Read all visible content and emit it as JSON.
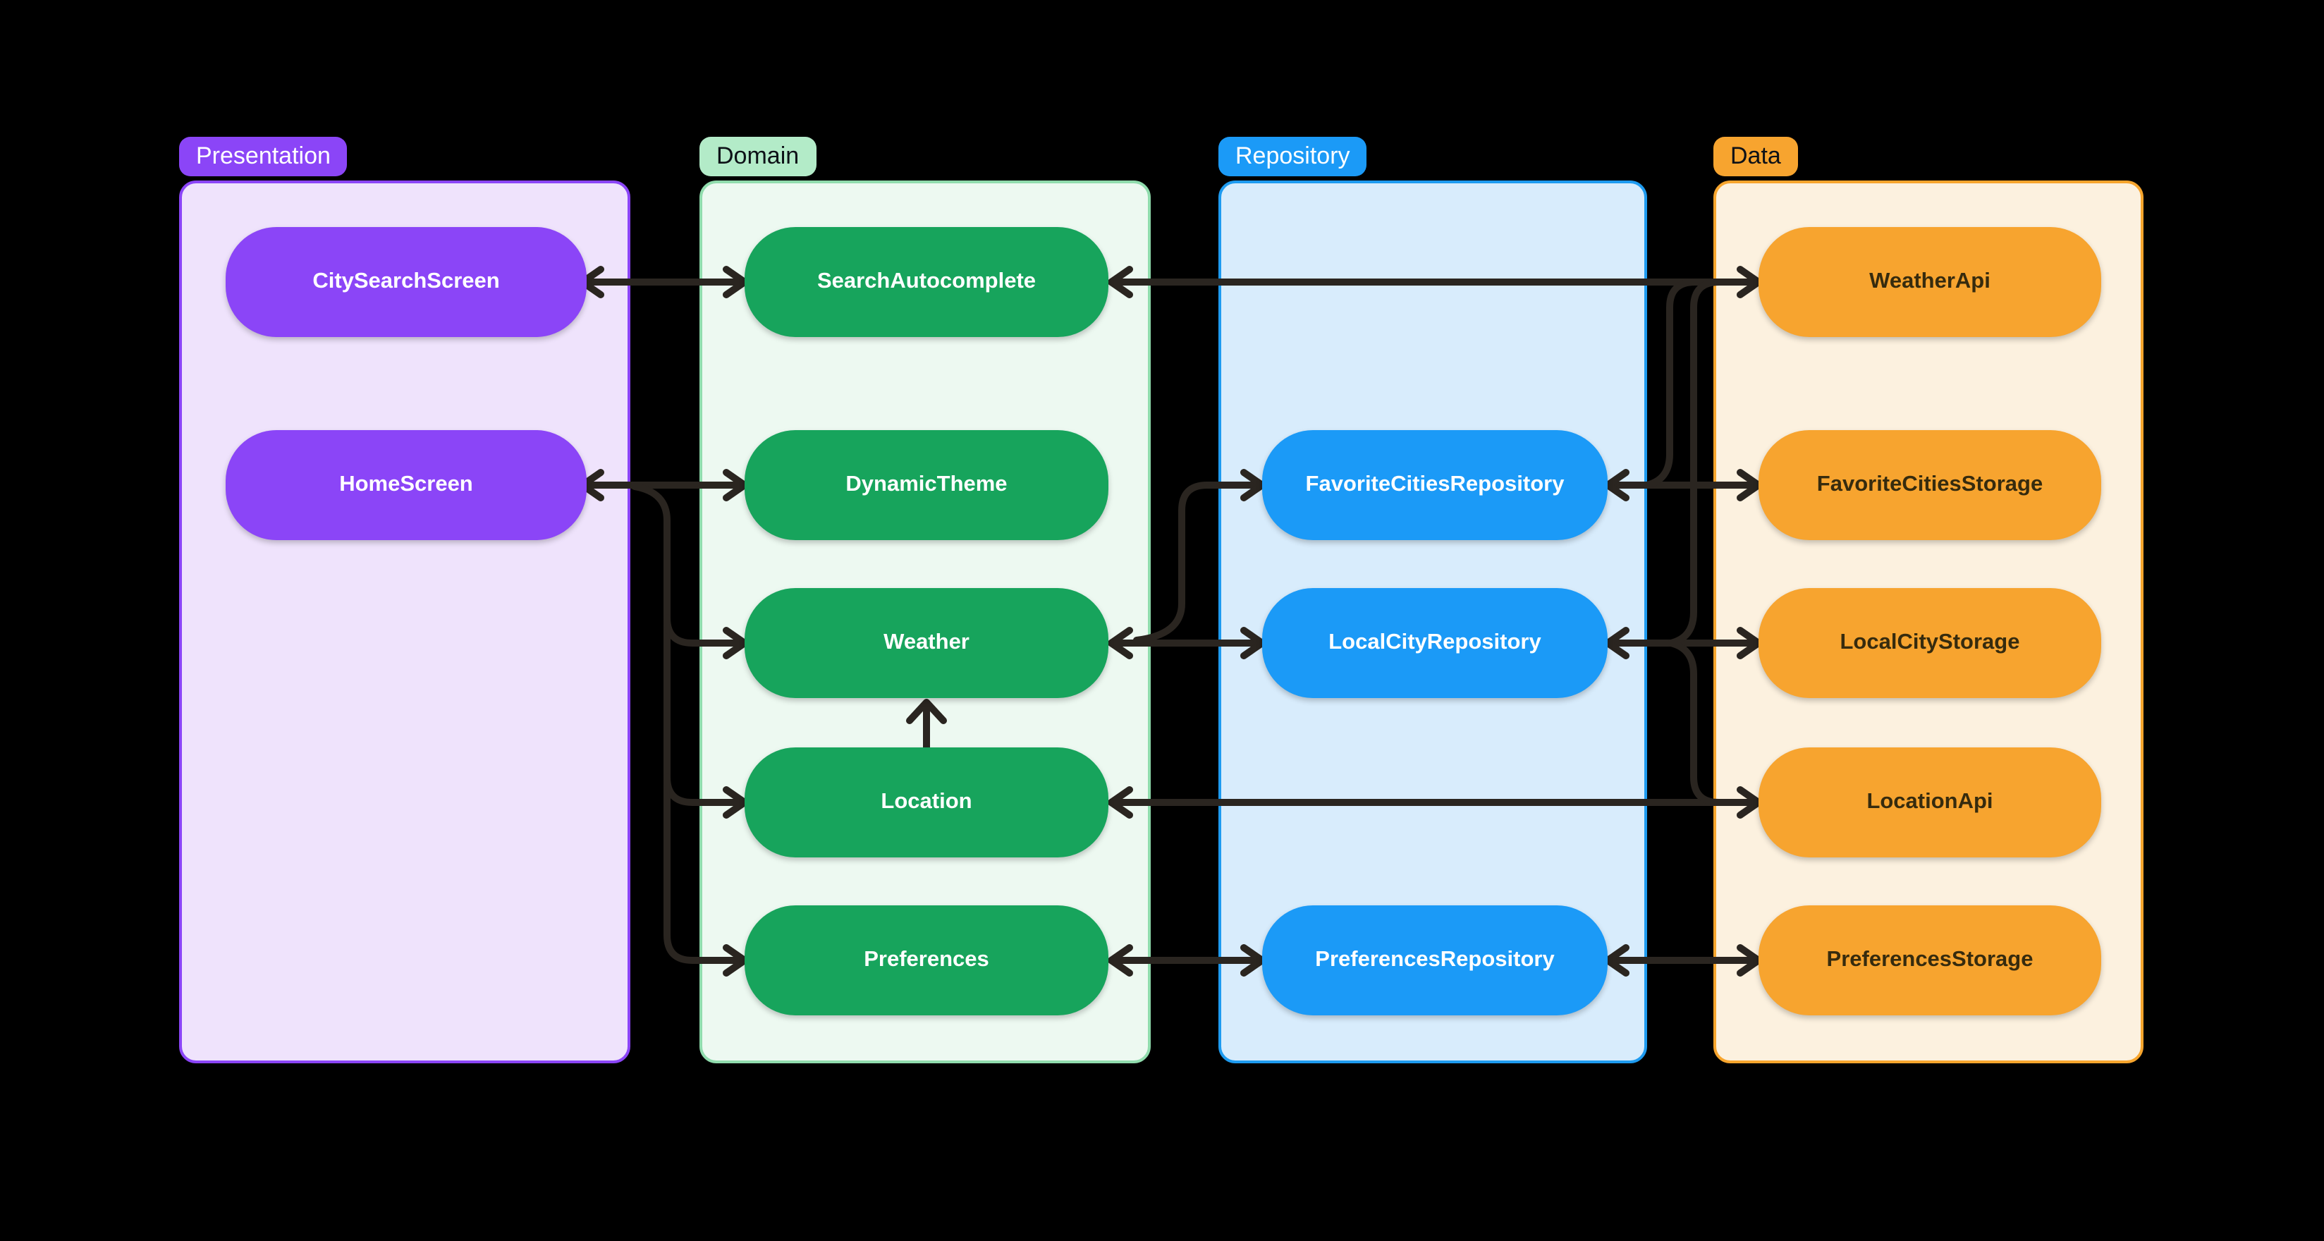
{
  "layers": [
    {
      "id": "presentation",
      "label": "Presentation",
      "badge_bg": "#8B45F7",
      "badge_text_color": "#FFFFFF",
      "container_bg": "#EFE3FC",
      "container_border": "#8B45F7",
      "node_bg": "#8B45F7",
      "node_text_color": "#FFFFFF",
      "nodes": [
        {
          "label": "CitySearchScreen"
        },
        {
          "label": "HomeScreen"
        }
      ]
    },
    {
      "id": "domain",
      "label": "Domain",
      "badge_bg": "#B3EBC8",
      "badge_text_color": "#0D1117",
      "container_bg": "#EDF9F1",
      "container_border": "#90DCAD",
      "node_bg": "#17A45C",
      "node_text_color": "#FFFFFF",
      "nodes": [
        {
          "label": "SearchAutocomplete"
        },
        {
          "label": "DynamicTheme"
        },
        {
          "label": "Weather"
        },
        {
          "label": "Location"
        },
        {
          "label": "Preferences"
        }
      ]
    },
    {
      "id": "repository",
      "label": "Repository",
      "badge_bg": "#1B9AF7",
      "badge_text_color": "#FFFFFF",
      "container_bg": "#D8ECFC",
      "container_border": "#1E9BF0",
      "node_bg": "#1B9AF7",
      "node_text_color": "#FFFFFF",
      "nodes": [
        {
          "label": "FavoriteCitiesRepository"
        },
        {
          "label": "LocalCityRepository"
        },
        {
          "label": "PreferencesRepository"
        }
      ]
    },
    {
      "id": "data",
      "label": "Data",
      "badge_bg": "#F7A42F",
      "badge_text_color": "#0D1117",
      "container_bg": "#FCF1DF",
      "container_border": "#F7A52D",
      "node_bg": "#F7A42F",
      "node_text_color": "#362B0E",
      "nodes": [
        {
          "label": "WeatherApi"
        },
        {
          "label": "FavoriteCitiesStorage"
        },
        {
          "label": "LocalCityStorage"
        },
        {
          "label": "LocationApi"
        },
        {
          "label": "PreferencesStorage"
        }
      ]
    }
  ],
  "edges": [
    {
      "from": "CitySearchScreen",
      "to": "SearchAutocomplete",
      "direction": "both"
    },
    {
      "from": "SearchAutocomplete",
      "to": "WeatherApi",
      "direction": "both"
    },
    {
      "from": "HomeScreen",
      "to": "DynamicTheme",
      "direction": "both"
    },
    {
      "from": "HomeScreen",
      "to": "Weather",
      "direction": "to"
    },
    {
      "from": "HomeScreen",
      "to": "Location",
      "direction": "to"
    },
    {
      "from": "HomeScreen",
      "to": "Preferences",
      "direction": "to"
    },
    {
      "from": "Weather",
      "to": "FavoriteCitiesRepository",
      "direction": "to"
    },
    {
      "from": "Weather",
      "to": "LocalCityRepository",
      "direction": "both"
    },
    {
      "from": "Location",
      "to": "Weather",
      "direction": "to"
    },
    {
      "from": "Location",
      "to": "LocationApi",
      "direction": "both"
    },
    {
      "from": "Preferences",
      "to": "PreferencesRepository",
      "direction": "both"
    },
    {
      "from": "FavoriteCitiesRepository",
      "to": "FavoriteCitiesStorage",
      "direction": "both"
    },
    {
      "from": "FavoriteCitiesRepository",
      "to": "WeatherApi",
      "direction": "to"
    },
    {
      "from": "LocalCityRepository",
      "to": "LocalCityStorage",
      "direction": "both"
    },
    {
      "from": "LocalCityRepository",
      "to": "WeatherApi",
      "direction": "to"
    },
    {
      "from": "LocalCityRepository",
      "to": "LocationApi",
      "direction": "to"
    },
    {
      "from": "PreferencesRepository",
      "to": "PreferencesStorage",
      "direction": "both"
    }
  ],
  "edge_color": "#2A2520",
  "background_color": "#000000"
}
